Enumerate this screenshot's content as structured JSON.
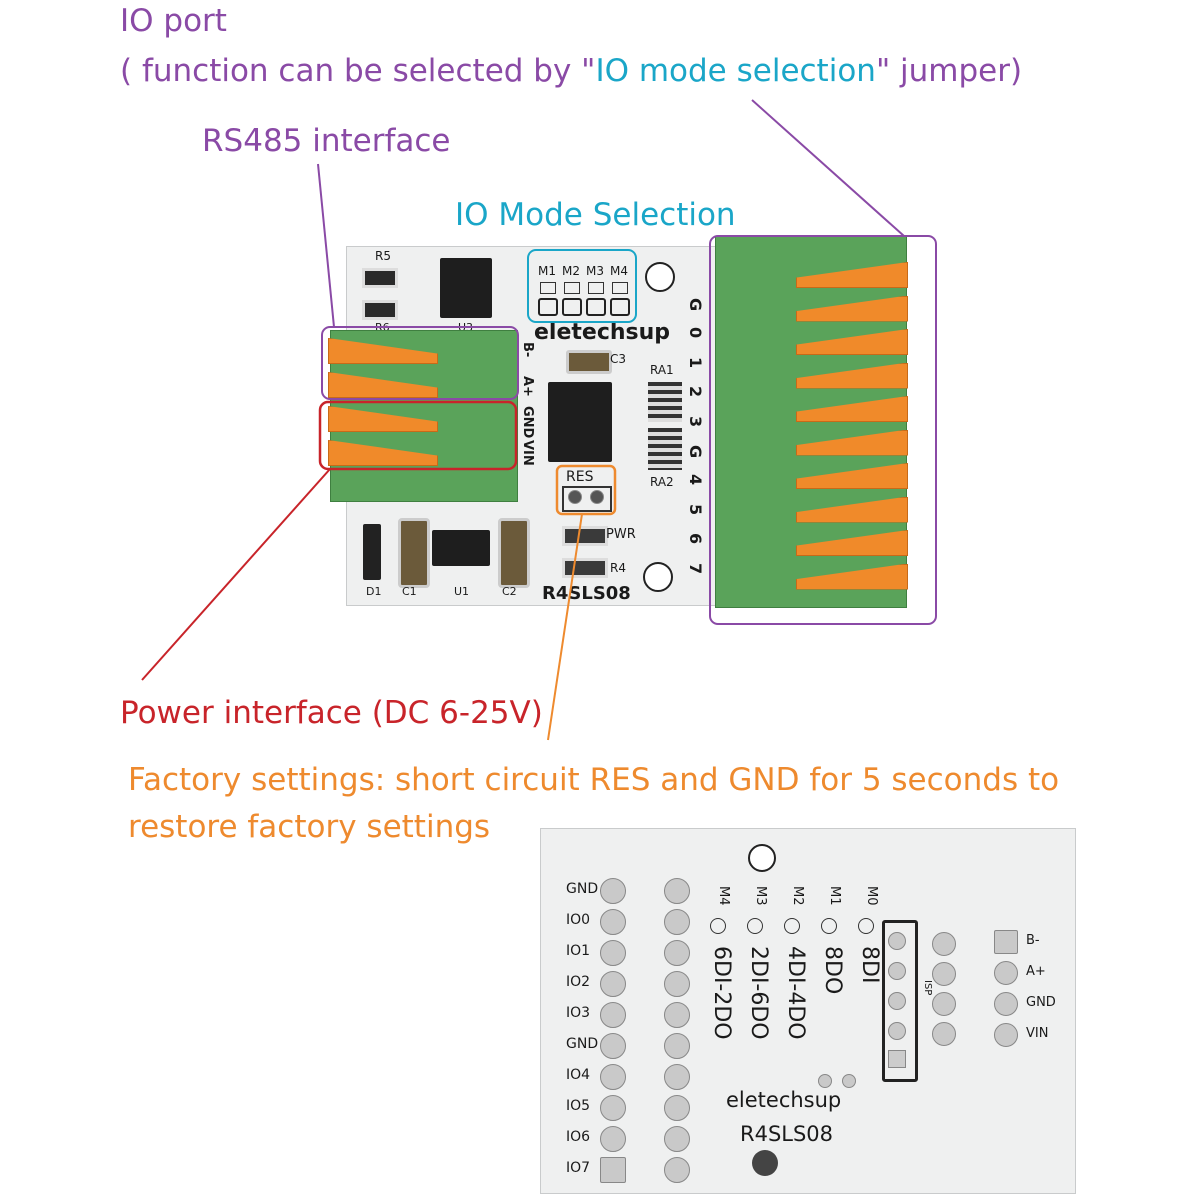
{
  "annotations": {
    "io_port": {
      "title": "IO port",
      "note_prefix": "( function can be selected by \"",
      "note_highlight": "IO mode selection",
      "note_suffix": "\" jumper)"
    },
    "rs485": "RS485 interface",
    "io_mode_selection": "IO Mode Selection",
    "power": "Power interface (DC 6-25V)",
    "factory_line1": "Factory settings: short circuit RES and GND for 5 seconds to",
    "factory_line2": "restore factory settings"
  },
  "colors": {
    "purple": "#8a4aa6",
    "cyan": "#1aa6c8",
    "red": "#c8242a",
    "orange": "#ee8a2e",
    "terminal_green": "#5aa35a",
    "lever_orange": "#f08a2a"
  },
  "board_top": {
    "brand": "eletechsup",
    "model": "R4SLS08",
    "mode_jumpers": [
      "M1",
      "M2",
      "M3",
      "M4"
    ],
    "rs485_pins": [
      "B-",
      "A+",
      "GND",
      "VIN"
    ],
    "io_pins": [
      "G",
      "0",
      "1",
      "2",
      "3",
      "G",
      "4",
      "5",
      "6",
      "7"
    ],
    "components": {
      "r5": "R5",
      "r6": "R6",
      "u3": "U3",
      "c3": "C3",
      "ra1": "RA1",
      "ra2": "RA2",
      "res": "RES",
      "pwr": "PWR",
      "r4": "R4",
      "d1": "D1",
      "c1": "C1",
      "u1": "U1",
      "c2": "C2"
    }
  },
  "board_bottom": {
    "brand": "eletechsup",
    "model": "R4SLS08",
    "io_pins": [
      "GND",
      "IO0",
      "IO1",
      "IO2",
      "IO3",
      "GND",
      "IO4",
      "IO5",
      "IO6",
      "IO7"
    ],
    "modes": [
      {
        "jumper": "M0",
        "mode": "8DI"
      },
      {
        "jumper": "M1",
        "mode": "8DO"
      },
      {
        "jumper": "M2",
        "mode": "4DI-4DO"
      },
      {
        "jumper": "M3",
        "mode": "2DI-6DO"
      },
      {
        "jumper": "M4",
        "mode": "6DI-2DO"
      }
    ],
    "isp": "ISP",
    "rs485_pins": [
      "B-",
      "A+",
      "GND",
      "VIN"
    ]
  }
}
